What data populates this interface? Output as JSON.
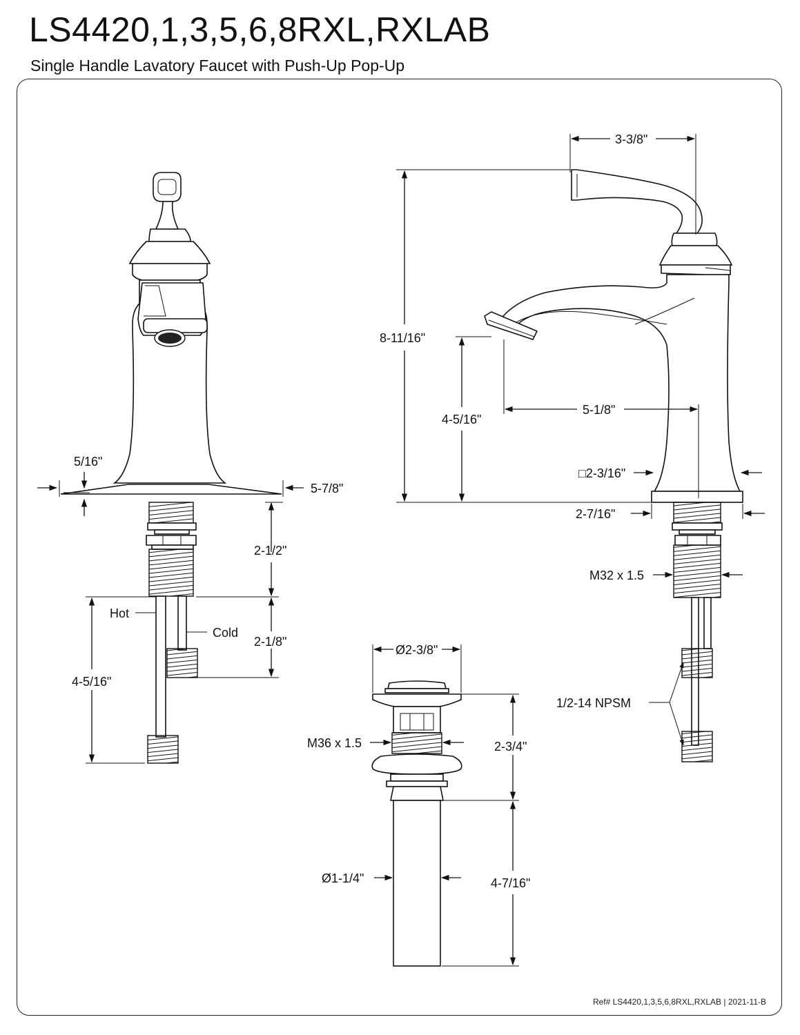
{
  "header": {
    "title": "LS4420,1,3,5,6,8RXL,RXLAB",
    "subtitle": "Single Handle Lavatory Faucet with Push-Up Pop-Up"
  },
  "front_view": {
    "dim_plate_thickness": "5/16\"",
    "dim_plate_width": "5-7/8\"",
    "dim_shank_length": "2-1/2\"",
    "dim_tail_length": "2-1/8\"",
    "dim_supply_length": "4-5/16\"",
    "label_hot": "Hot",
    "label_cold": "Cold"
  },
  "side_view": {
    "dim_handle_reach": "3-3/8\"",
    "dim_overall_height": "8-11/16\"",
    "dim_spout_height": "4-5/16\"",
    "dim_spout_reach": "5-1/8\"",
    "dim_body_square": "□2-3/16\"",
    "dim_base_width": "2-7/16\"",
    "dim_thread": "M32 x 1.5",
    "dim_supply_thread": "1/2-14 NPSM"
  },
  "drain_view": {
    "dim_cap_diameter": "Ø2-3/8\"",
    "dim_body_thread": "M36 x 1.5",
    "dim_body_height": "2-3/4\"",
    "dim_tail_diameter": "Ø1-1/4\"",
    "dim_tail_length": "4-7/16\""
  },
  "footer": {
    "ref": "Ref# LS4420,1,3,5,6,8RXL,RXLAB | 2021-11-B"
  }
}
